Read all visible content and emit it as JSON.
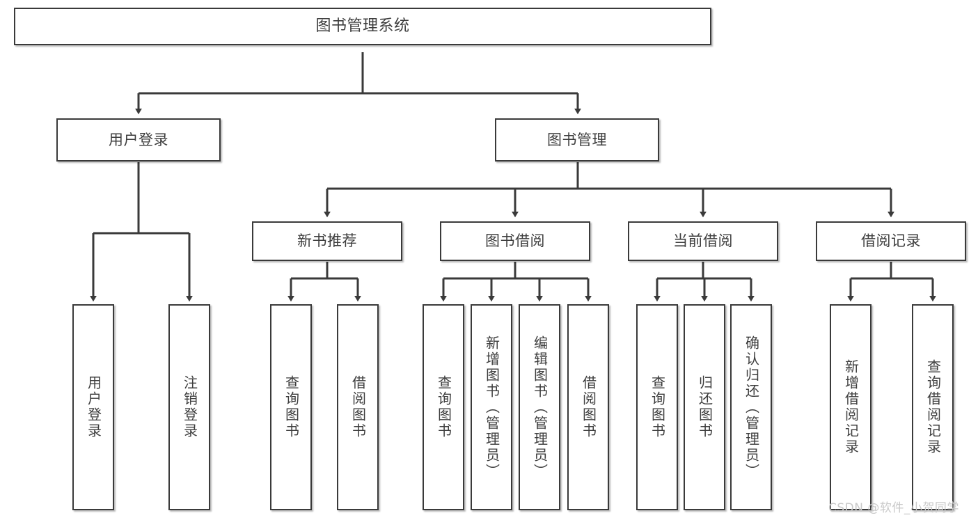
{
  "diagram": {
    "title": "图书管理系统",
    "type": "hierarchy-tree",
    "watermark": "CSDN @软件_小贺同学",
    "colors": {
      "border": "#3a3a3a",
      "text": "#3d3d3d",
      "background": "#ffffff",
      "watermark": "#c9c9c9"
    },
    "nodes": {
      "root": {
        "label": "图书管理系统"
      },
      "level2": [
        {
          "id": "user-login",
          "label": "用户登录"
        },
        {
          "id": "book-management",
          "label": "图书管理"
        }
      ],
      "level3": [
        {
          "id": "new-book-recommend",
          "label": "新书推荐"
        },
        {
          "id": "book-borrow",
          "label": "图书借阅"
        },
        {
          "id": "current-borrow",
          "label": "当前借阅"
        },
        {
          "id": "borrow-record",
          "label": "借阅记录"
        }
      ],
      "leaves": {
        "user-login": [
          {
            "id": "leaf-user-login",
            "label": "用户登录"
          },
          {
            "id": "leaf-logout-login",
            "label": "注销登录"
          }
        ],
        "new-book-recommend": [
          {
            "id": "leaf-query-book-1",
            "label": "查询图书"
          },
          {
            "id": "leaf-borrow-book-1",
            "label": "借阅图书"
          }
        ],
        "book-borrow": [
          {
            "id": "leaf-query-book-2",
            "label": "查询图书"
          },
          {
            "id": "leaf-add-book",
            "label": "新增图书（管理员）"
          },
          {
            "id": "leaf-edit-book",
            "label": "编辑图书（管理员）"
          },
          {
            "id": "leaf-borrow-book-2",
            "label": "借阅图书"
          }
        ],
        "current-borrow": [
          {
            "id": "leaf-query-book-3",
            "label": "查询图书"
          },
          {
            "id": "leaf-return-book",
            "label": "归还图书"
          },
          {
            "id": "leaf-confirm-return",
            "label": "确认归还（管理员）"
          }
        ],
        "borrow-record": [
          {
            "id": "leaf-add-record",
            "label": "新增借阅记录"
          },
          {
            "id": "leaf-query-record",
            "label": "查询借阅记录"
          }
        ]
      }
    }
  }
}
